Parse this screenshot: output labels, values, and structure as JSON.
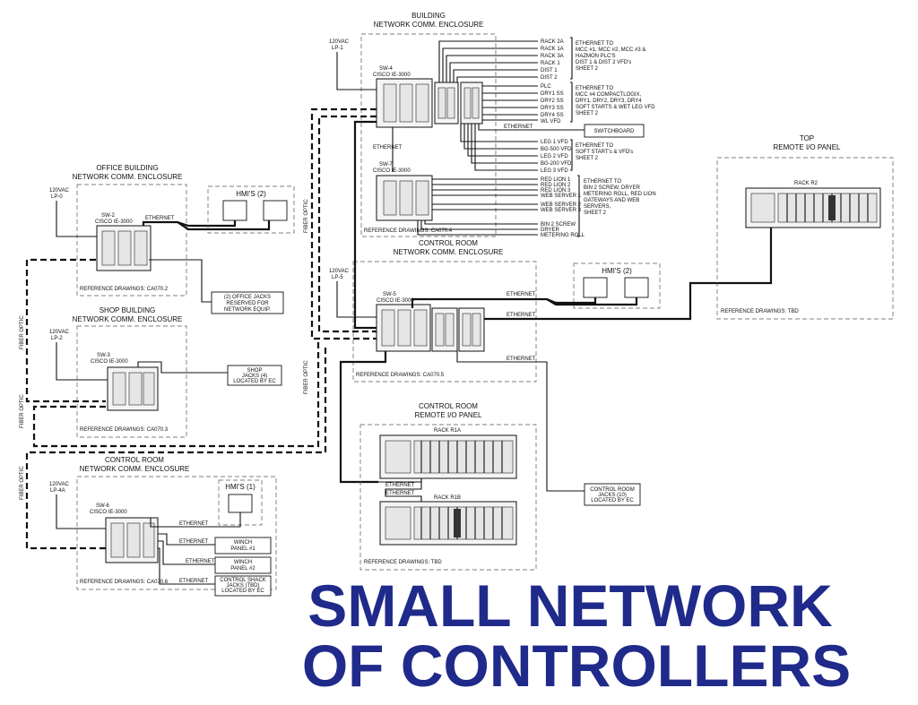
{
  "title": {
    "line1": "SMALL NETWORK",
    "line2": "OF CONTROLLERS"
  },
  "colors": {
    "title": "#1f2a8a",
    "lines": "#111111",
    "enclosure_border": "#555555"
  },
  "building": {
    "heading1": "BUILDING",
    "heading2": "NETWORK COMM. ENCLOSURE",
    "power": [
      "120VAC",
      "LP-1"
    ],
    "sw4": [
      "SW-4",
      "CISCO IE-3000"
    ],
    "sw7": [
      "SW-7",
      "CISCO IE-3000"
    ],
    "ethernet_label": "ETHERNET",
    "ethernet_to_switchboard": "ETHERNET",
    "switchboard": "SWITCHBOARD",
    "reference": "REFERENCE DRAWINGS: CA070.4",
    "group1_items": [
      "RACK 2A",
      "RACK 1A",
      "RACK 3A",
      "RACK 1",
      "DIST 1",
      "DIST 2"
    ],
    "group1_note": [
      "ETHERNET TO",
      "MCC #1, MCC #2, MCC #3 &",
      "HAZMON PLC'S",
      "DIST 1 & DIST 2 VFD's",
      "SHEET 2"
    ],
    "group2_items": [
      "PLC",
      "DRY1 SS",
      "DRY2 SS",
      "DRY3 SS",
      "DRY4 SS",
      "WL VFD"
    ],
    "group2_note": [
      "ETHERNET TO",
      "MCC #4 COMPACTLOGIX,",
      "DRY1, DRY2, DRY3, DRY4",
      "SOFT STARTS & WET LEG VFD",
      "SHEET 2"
    ],
    "group3_items": [
      "LEG 1 VFD",
      "BG-500 VFD",
      "LEG 2 VFD",
      "BG-200 VFD",
      "LEG 3 VFD"
    ],
    "group3_note": [
      "ETHERNET TO",
      "SOFT START's & VFD's",
      "SHEET 2"
    ],
    "group4_items": [
      "RED LION 1",
      "RED LION 2",
      "RED LION 3",
      "WEB SERVER 1",
      "WEB SERVER 2",
      "WEB SERVER 3",
      "BIN 2 SCREW",
      "DRYER",
      "METERING ROLL"
    ],
    "group4_note": [
      "ETHERNET TO",
      "BIN 2 SCREW, DRYER",
      "METERING ROLL, RED LION",
      "GATEWAYS AND WEB",
      "SERVERS,",
      "SHEET 2"
    ]
  },
  "office": {
    "heading1": "OFFICE BUILDING",
    "heading2": "NETWORK COMM. ENCLOSURE",
    "power": [
      "120VAC",
      "LP-0"
    ],
    "sw": [
      "SW-2",
      "CISCO IE-3000"
    ],
    "ethernet_label": "ETHERNET",
    "hmi": "HMI'S (2)",
    "jacks_note": [
      "(2) OFFICE JACKS",
      "RESERVED FOR",
      "NETWORK EQUIP."
    ],
    "reference": "REFERENCE DRAWINGS: CA070.2"
  },
  "shop": {
    "heading1": "SHOP BUILDING",
    "heading2": "NETWORK COMM. ENCLOSURE",
    "power": [
      "120VAC",
      "LP-2"
    ],
    "sw": [
      "SW-3",
      "CISCO IE-3000"
    ],
    "jacks_note": [
      "SHOP",
      "JACKS (4)",
      "LOCATED BY EC"
    ],
    "reference": "REFERENCE DRAWINGS: CA070.3"
  },
  "control_room_small": {
    "heading1": "CONTROL ROOM",
    "heading2": "NETWORK COMM. ENCLOSURE",
    "power": [
      "120VAC",
      "LP-4A"
    ],
    "sw": [
      "SW-6",
      "CISCO IE-3000"
    ],
    "hmi": "HMI'S (1)",
    "ethernet_labels": [
      "ETHERNET",
      "ETHERNET",
      "ETHERNET",
      "ETHERNET"
    ],
    "winch1": [
      "WINCH",
      "PANEL #1"
    ],
    "winch2": [
      "WINCH",
      "PANEL #2"
    ],
    "shack_note": [
      "CONTROL SHACK",
      "JACKS (TBD)",
      "LOCATED BY EC"
    ],
    "reference": "REFERENCE DRAWINGS: CA070.6"
  },
  "control_room_comm": {
    "heading1": "CONTROL ROOM",
    "heading2": "NETWORK COMM. ENCLOSURE",
    "power": [
      "120VAC",
      "LP-5"
    ],
    "sw": [
      "SW-5",
      "CISCO IE-3000"
    ],
    "hmi": "HMI'S (2)",
    "ethernet_labels": [
      "ETHERNET",
      "ETHERNET",
      "ETHERNET"
    ],
    "reference": "REFERENCE DRAWINGS: CA070.5"
  },
  "control_room_rio": {
    "heading1": "CONTROL ROOM",
    "heading2": "REMOTE I/O PANEL",
    "rack1": "RACK R1A",
    "rack2": "RACK R1B",
    "ethernet_labels": [
      "ETHERNET",
      "ETHERNET"
    ],
    "jacks_note": [
      "CONTROL ROOM",
      "JACKS (10)",
      "LOCATED BY EC"
    ],
    "reference": "REFERENCE DRAWINGS: TBD"
  },
  "top_rio": {
    "heading1": "TOP",
    "heading2": "REMOTE I/O PANEL",
    "rack": "RACK R2",
    "reference": "REFERENCE DRAWINGS: TBD"
  },
  "fiber_label": "FIBER OPTIC"
}
